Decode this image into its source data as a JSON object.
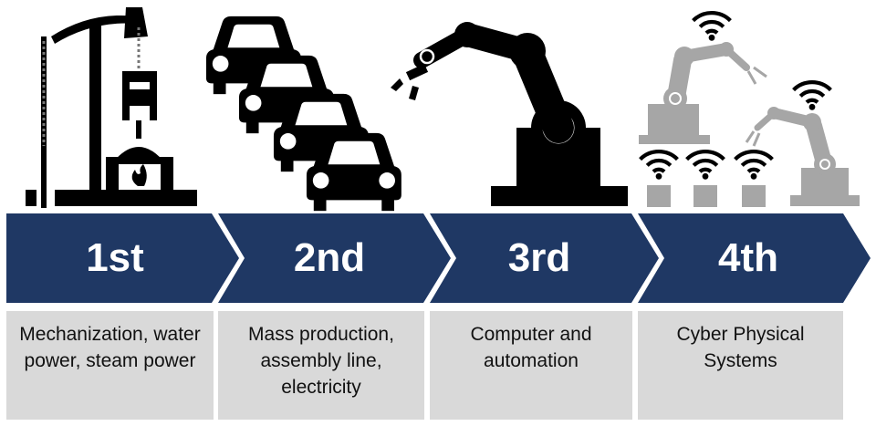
{
  "stages": [
    {
      "label": "1st",
      "description": "Mechanization, water power, steam power",
      "icon": "steam-engine-icon"
    },
    {
      "label": "2nd",
      "description": "Mass production, assembly line, electricity",
      "icon": "assembly-line-cars-icon"
    },
    {
      "label": "3rd",
      "description": "Computer and automation",
      "icon": "robot-arm-icon"
    },
    {
      "label": "4th",
      "description": "Cyber Physical Systems",
      "icon": "connected-robots-icon"
    }
  ],
  "colors": {
    "arrow": "#1f3864",
    "label_text": "#ffffff",
    "description_bg": "#d9d9d9",
    "icon_dark": "#000000",
    "icon_grey": "#a6a6a6"
  }
}
